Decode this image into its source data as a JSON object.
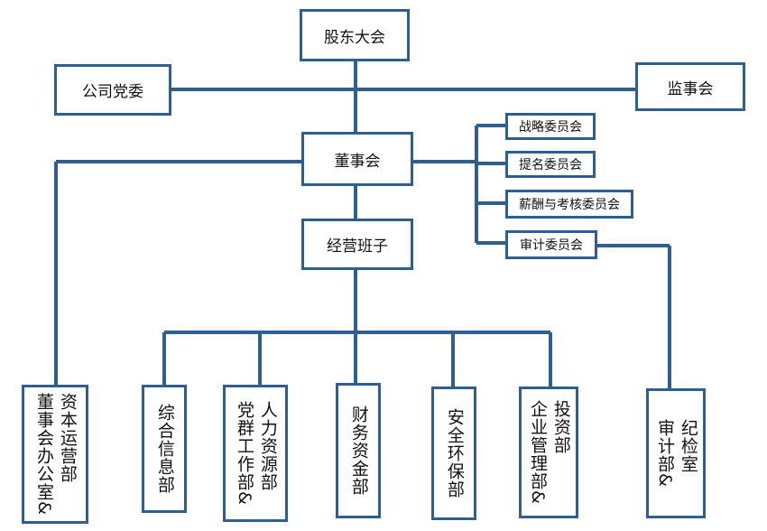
{
  "nodes": {
    "shareholders": "股东大会",
    "party": "公司党委",
    "supervisory": "监事会",
    "board": "董事会",
    "strategy": "战略委员会",
    "nomination": "提名委员会",
    "remuneration": "薪酬与考核委员会",
    "audit_committee": "审计委员会",
    "management": "经营班子",
    "board_office_col1": "资本运营部",
    "board_office_col2": "董事会办公室&",
    "info": "综合信息部",
    "hr_col1": "人力资源部",
    "hr_col2": "党群工作部&",
    "finance": "财务资金部",
    "safety": "安全环保部",
    "invest_col1": "投资部",
    "invest_col2": "企业管理部&",
    "discipline_col1": "纪检室",
    "discipline_col2": "审计部&"
  },
  "colors": {
    "line": "#2e5f8e",
    "border": "#2e5f8e",
    "text": "#111111"
  }
}
